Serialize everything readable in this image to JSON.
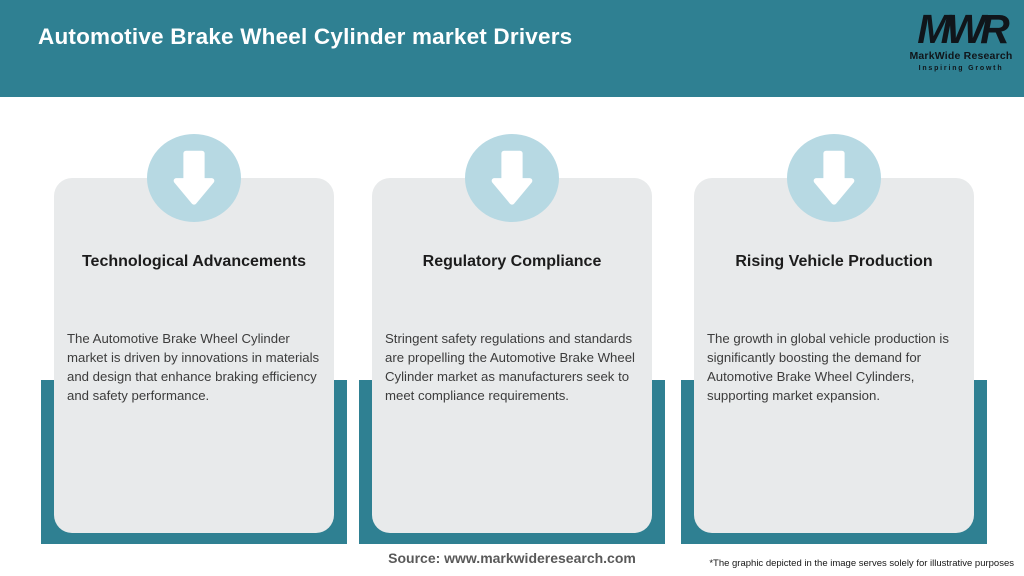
{
  "header": {
    "title": "Automotive Brake Wheel Cylinder market Drivers",
    "logo": {
      "acronym": "MWR",
      "name": "MarkWide Research",
      "tagline": "Inspiring Growth"
    }
  },
  "cards": [
    {
      "title": "Technological Advancements",
      "description": "The Automotive Brake Wheel Cylinder market is driven by innovations in materials and design that enhance braking efficiency and safety performance."
    },
    {
      "title": "Regulatory Compliance",
      "description": "Stringent safety regulations and standards are propelling the Automotive Brake Wheel Cylinder market as manufacturers seek to meet compliance requirements."
    },
    {
      "title": "Rising Vehicle Production",
      "description": "The growth in global vehicle production is significantly boosting the demand for Automotive Brake Wheel Cylinders, supporting market expansion."
    }
  ],
  "footer": {
    "source": "Source: www.markwideresearch.com",
    "disclaimer": "*The graphic depicted in the image serves solely for illustrative purposes"
  },
  "colors": {
    "teal": "#2F8092",
    "circle_light_blue": "#B7D9E3",
    "card_gray": "#E8EAEB"
  }
}
